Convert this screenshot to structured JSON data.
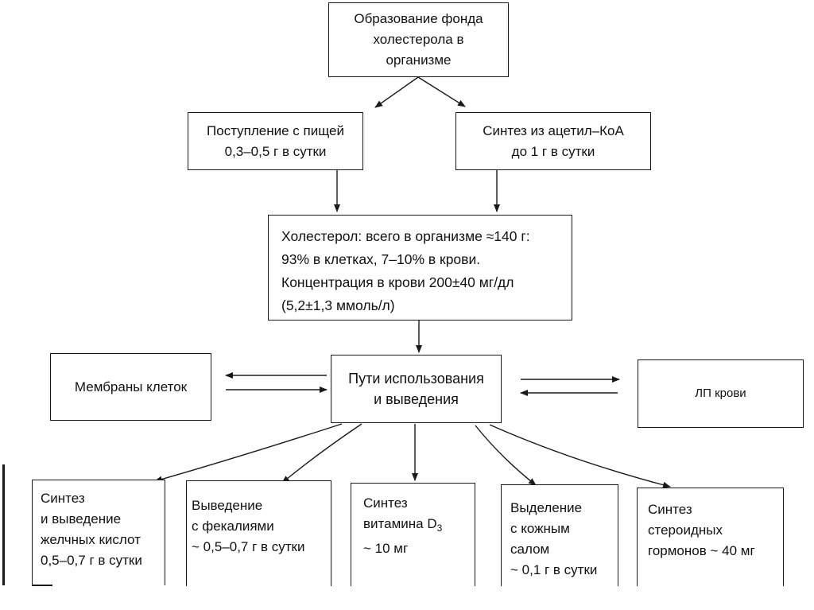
{
  "diagram": {
    "title_box": {
      "lines": [
        "Образование фонда",
        "холестерола в",
        "организме"
      ]
    },
    "sources": [
      {
        "id": "diet",
        "lines": [
          "Поступление с пищей",
          "0,3–0,5 г в сутки"
        ]
      },
      {
        "id": "synthesis",
        "lines": [
          "Синтез из ацетил–КоА",
          "до 1 г в сутки"
        ]
      }
    ],
    "pool_box": {
      "lines": [
        "Холестерол: всего в организме ≈140 г:",
        "93% в клетках, 7–10% в крови.",
        "Концентрация в крови 200±40 мг/дл",
        "(5,2±1,3 ммоль/л)"
      ]
    },
    "hub_box": {
      "lines": [
        "Пути использования",
        "и выведения"
      ]
    },
    "side_boxes": [
      {
        "id": "membranes",
        "label": "Мембраны клеток",
        "relation": "bidirectional"
      },
      {
        "id": "blood-lp",
        "label": "ЛП крови",
        "relation": "bidirectional"
      }
    ],
    "outputs": [
      {
        "id": "bile-acids",
        "lines": [
          "Синтез",
          "и выведение",
          "желчных кислот",
          "0,5–0,7 г в сутки"
        ]
      },
      {
        "id": "feces",
        "lines": [
          "Выведение",
          "с фекалиями",
          "~ 0,5–0,7 г в сутки"
        ]
      },
      {
        "id": "vitamin-d3",
        "line1": "Синтез",
        "line2_text": "витамина D",
        "line2_sub": "3",
        "line3": "~ 10 мг"
      },
      {
        "id": "sebum",
        "lines": [
          "Выделение",
          "с кожным",
          "салом",
          "~ 0,1 г в сутки"
        ]
      },
      {
        "id": "steroids",
        "lines": [
          "Синтез",
          "стероидных",
          "гормонов ~ 40 мг"
        ]
      }
    ],
    "edges": [
      {
        "from": "title_box",
        "to": "diet"
      },
      {
        "from": "title_box",
        "to": "synthesis"
      },
      {
        "from": "diet",
        "to": "pool_box"
      },
      {
        "from": "synthesis",
        "to": "pool_box"
      },
      {
        "from": "pool_box",
        "to": "hub_box"
      },
      {
        "from": "hub_box",
        "to": "membranes"
      },
      {
        "from": "membranes",
        "to": "hub_box"
      },
      {
        "from": "hub_box",
        "to": "blood-lp"
      },
      {
        "from": "blood-lp",
        "to": "hub_box"
      },
      {
        "from": "hub_box",
        "to": "bile-acids"
      },
      {
        "from": "hub_box",
        "to": "feces"
      },
      {
        "from": "hub_box",
        "to": "vitamin-d3"
      },
      {
        "from": "hub_box",
        "to": "sebum"
      },
      {
        "from": "hub_box",
        "to": "steroids"
      }
    ],
    "colors": {
      "ink": "#1a1a1a",
      "background": "#ffffff"
    }
  }
}
